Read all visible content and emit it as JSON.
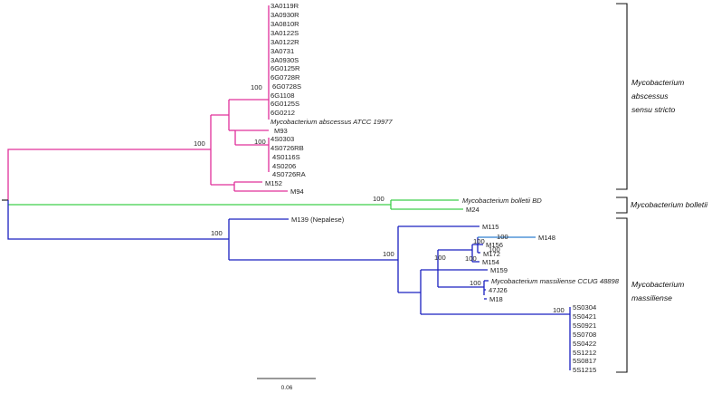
{
  "colors": {
    "abscessus": "#e0309a",
    "bolletii": "#3ecf4a",
    "massiliense": "#1a20c0",
    "m148_branch": "#2f7fd0",
    "root": "#333333",
    "bracket": "#111111"
  },
  "tree": {
    "abscessus_taxa": [
      "3A0119R",
      "3A0930R",
      "3A0810R",
      "3A0122S",
      "3A0122R",
      "3A0731",
      "3A0930S",
      "6G0125R",
      "6G0728R",
      "6G0728S",
      "6G1108",
      "6G0125S",
      "6G0212",
      "Mycobacterium abscessus ATCC 19977",
      "M93",
      "4S0303",
      "4S0726RB",
      "4S0116S",
      "4S0206",
      "4S0726RA",
      "M152",
      "M94"
    ],
    "bolletii_taxa": [
      "Mycobacterium bolletii BD",
      "M24"
    ],
    "massiliense_taxa": [
      "M139 (Nepalese)",
      "M115",
      "M148",
      "M156",
      "M172",
      "M154",
      "M159",
      "Mycobacterium massiliense CCUG 48898",
      "47J26",
      "M18",
      "5S0304",
      "5S0421",
      "5S0921",
      "5S0708",
      "5S0422",
      "5S1212",
      "5S0817",
      "5S1215"
    ]
  },
  "bootstrap": {
    "abscessus_main": "100",
    "abscessus_clade": "100",
    "abscessus_4s": "100",
    "bolletii": "100",
    "massiliense_main": "100",
    "massiliense_inner": "100",
    "m148": "100",
    "m156": "100",
    "m172": "100",
    "m154": "100",
    "m159": "100",
    "ccug": "100",
    "five_s": "100"
  },
  "groups": {
    "abscessus_line1": "Mycobacterium",
    "abscessus_line2": "abscessus",
    "abscessus_line3": "sensu stricto",
    "bolletii": "Mycobacterium bolletii",
    "massiliense_line1": "Mycobacterium",
    "massiliense_line2": "massiliense"
  },
  "scale_bar": {
    "label": "0.06"
  }
}
